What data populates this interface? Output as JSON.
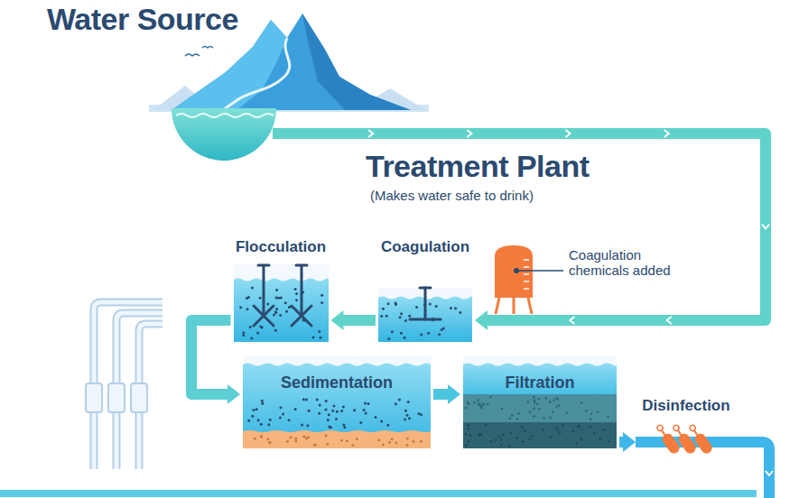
{
  "diagram": {
    "nodes": [
      {
        "text": [
          "Water Source"
        ]
      },
      {
        "text": [
          "Treatment Plant",
          "(Makes water safe to drink)"
        ]
      },
      {
        "text": [
          "Flocculation"
        ],
        "in": 1
      },
      {
        "text": [
          "Coagulation"
        ],
        "in": 1
      },
      {
        "text": [
          "Coagulation chemicals added"
        ],
        "in": 1
      },
      {
        "text": [
          "Sedimentation"
        ],
        "in": 1
      },
      {
        "text": [
          "Filtration"
        ],
        "in": 1
      },
      {
        "text": [
          "Disinfection"
        ],
        "in": 1
      }
    ],
    "edges": [
      {
        "from": 0,
        "to": 3,
        "arrow": "to"
      },
      {
        "from": 3,
        "to": 2,
        "arrow": "to"
      },
      {
        "from": 2,
        "to": 5,
        "arrow": "to"
      },
      {
        "from": 5,
        "to": 6,
        "arrow": "to"
      },
      {
        "from": 6,
        "to": 7,
        "arrow": "to"
      }
    ]
  }
}
